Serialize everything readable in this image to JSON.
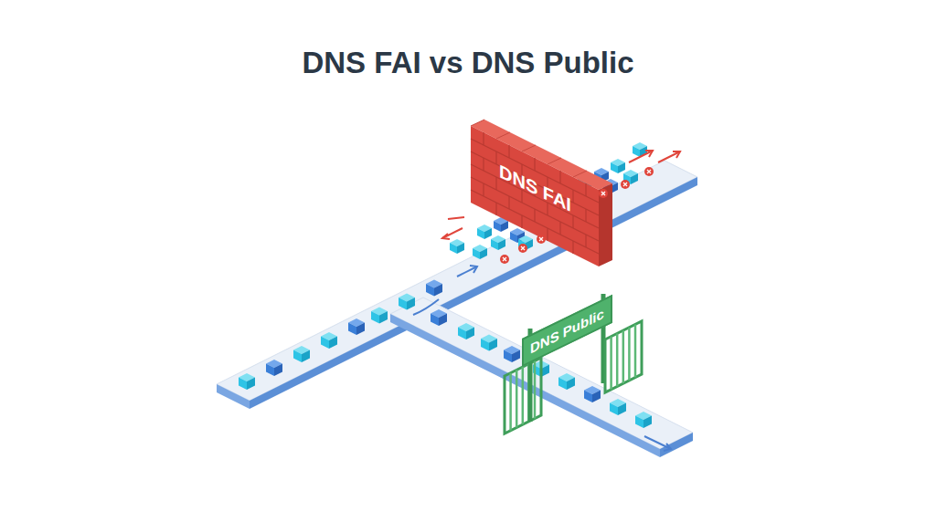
{
  "diagram": {
    "title": "DNS FAI vs DNS Public",
    "nodes": [
      {
        "text": [
          "DNS FAI"
        ]
      },
      {
        "text": [
          "DNS Public"
        ]
      }
    ]
  }
}
